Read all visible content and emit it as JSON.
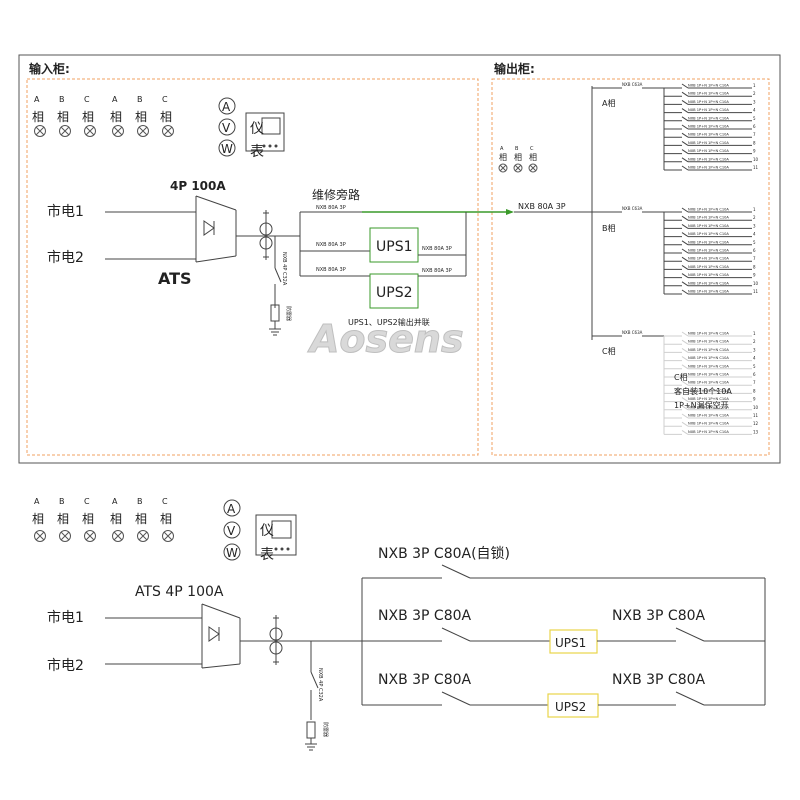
{
  "top": {
    "input_cabinet_title": "输入柜:",
    "output_cabinet_title": "输出柜:",
    "phase_letters": [
      "A",
      "B",
      "C",
      "A",
      "B",
      "C"
    ],
    "phase_char": "相",
    "meter_letters": [
      "A",
      "V",
      "W"
    ],
    "meter_label_1": "仪",
    "meter_label_2": "表",
    "breaker_4p": "4P 100A",
    "source_1": "市电1",
    "source_2": "市电2",
    "ats_label": "ATS",
    "bypass_title": "维修旁路",
    "breaker_nxb_80a": "NXB 80A 3P",
    "ups1": "UPS1",
    "ups2": "UPS2",
    "parallel_note": "UPS1、UPS2输出并联",
    "spd_breaker": "NXB 4P C32A",
    "spd_label": "防雷器",
    "main_out_breaker": "NXB 80A 3P",
    "out_phase_letters": [
      "A",
      "B",
      "C"
    ],
    "phase_a": "A相",
    "phase_b": "B相",
    "phase_c": "C相",
    "branch_head_label": "NXB C63A",
    "branch_label": "NXB 1P+N 1P+N C10A",
    "note_line_1": "C相",
    "note_line_2": "客自装10个10A",
    "note_line_3": "1P+N漏保空开",
    "watermark": "Aosens"
  },
  "bottom": {
    "phase_letters": [
      "A",
      "B",
      "C",
      "A",
      "B",
      "C"
    ],
    "phase_char": "相",
    "meter_letters": [
      "A",
      "V",
      "W"
    ],
    "meter_label_1": "仪",
    "meter_label_2": "表",
    "ats_title": "ATS 4P 100A",
    "source_1": "市电1",
    "source_2": "市电2",
    "spd_breaker": "NXB 4P C32A",
    "spd_label": "防雷器",
    "bypass_breaker": "NXB 3P C80A(自锁)",
    "ups1_in_breaker": "NXB 3P C80A",
    "ups1_out_breaker": "NXB 3P C80A",
    "ups2_in_breaker": "NXB 3P C80A",
    "ups2_out_breaker": "NXB 3P C80A",
    "ups1": "UPS1",
    "ups2": "UPS2"
  },
  "colors": {
    "line": "#333333",
    "dashed_border": "#f0a060",
    "green": "#3a9a2a",
    "ups_box_yellow": "#e8d44a",
    "lamp": "#555555"
  }
}
